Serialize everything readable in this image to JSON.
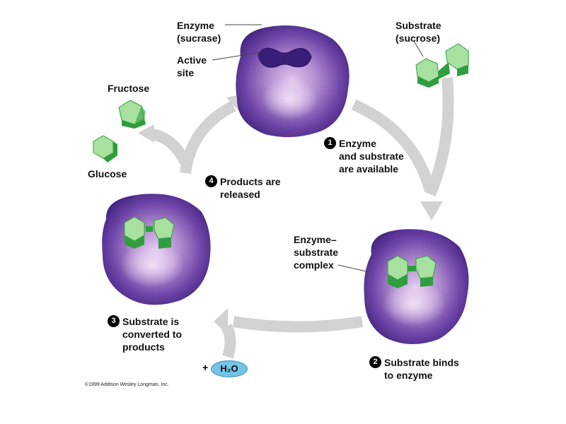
{
  "labels": {
    "enzyme_line1": "Enzyme",
    "enzyme_line2": "(sucrase)",
    "active_line1": "Active",
    "active_line2": "site",
    "substrate_line1": "Substrate",
    "substrate_line2": "(sucrose)",
    "fructose": "Fructose",
    "glucose": "Glucose",
    "complex_line1": "Enzyme–",
    "complex_line2": "substrate",
    "complex_line3": "complex",
    "water_plus": "+",
    "water": "H₂O",
    "copyright": "©1999 Addison Wesley Longman, Inc."
  },
  "steps": [
    {
      "num": "1",
      "line1": "Enzyme",
      "line2": "and substrate",
      "line3": "are available"
    },
    {
      "num": "2",
      "line1": "Substrate binds",
      "line2": "to enzyme"
    },
    {
      "num": "3",
      "line1": "Substrate is",
      "line2": "converted to",
      "line3": "products"
    },
    {
      "num": "4",
      "line1": "Products are",
      "line2": "released"
    }
  ],
  "colors": {
    "enzyme_dark": "#4a2a8a",
    "enzyme_light": "#d8b8e8",
    "molecule_light": "#a8e0a0",
    "molecule_dark": "#2e9e3e",
    "arrow": "#d0d0d0",
    "water": "#74c4e8"
  }
}
